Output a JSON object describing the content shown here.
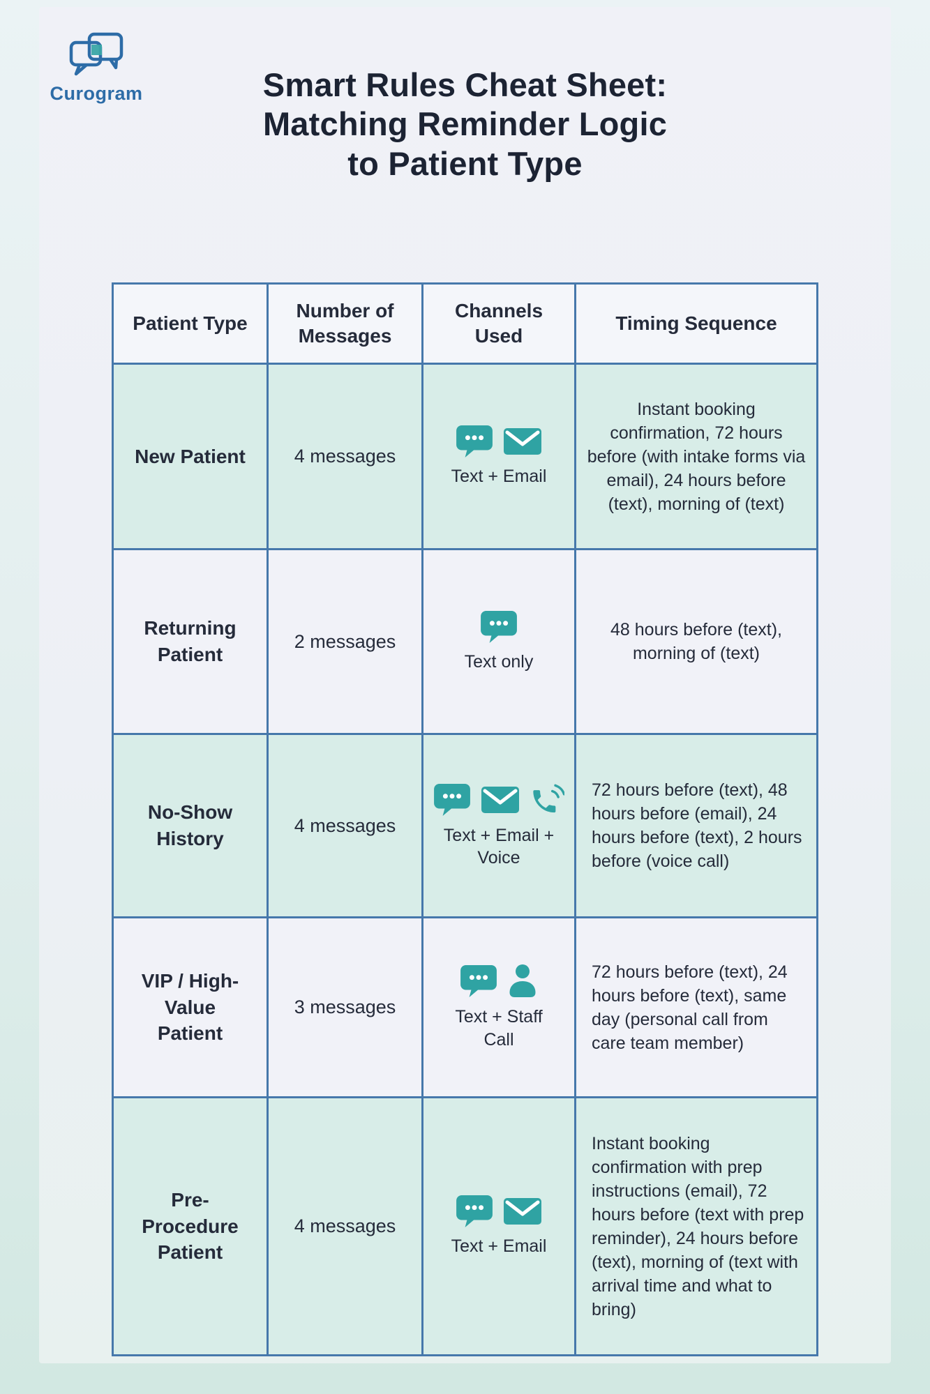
{
  "brand": {
    "name": "Curogram",
    "logo_icon": "chat-bubbles-logo-icon"
  },
  "title": {
    "line1": "Smart Rules Cheat Sheet:",
    "line2": "Matching Reminder Logic",
    "line3": "to Patient Type"
  },
  "table": {
    "headers": [
      "Patient Type",
      "Number of Messages",
      "Channels Used",
      "Timing Sequence"
    ],
    "rows": [
      {
        "patient_type": "New Patient",
        "messages": "4 messages",
        "channel_icons": [
          "chat-icon",
          "email-icon"
        ],
        "channels_label": "Text + Email",
        "timing": "Instant booking confirmation, 72 hours before (with intake forms via email), 24 hours before (text), morning of (text)",
        "timing_align": "center",
        "shaded": true
      },
      {
        "patient_type": "Returning Patient",
        "messages": "2 messages",
        "channel_icons": [
          "chat-icon"
        ],
        "channels_label": "Text only",
        "timing": "48 hours before (text), morning of (text)",
        "timing_align": "center",
        "shaded": false
      },
      {
        "patient_type": "No-Show History",
        "messages": "4 messages",
        "channel_icons": [
          "chat-icon",
          "email-icon",
          "voice-icon"
        ],
        "channels_label": "Text + Email + Voice",
        "timing": "72 hours before (text), 48 hours before (email), 24 hours before (text), 2 hours before (voice call)",
        "timing_align": "left",
        "shaded": true
      },
      {
        "patient_type": "VIP / High-Value Patient",
        "messages": "3 messages",
        "channel_icons": [
          "chat-icon",
          "staff-icon"
        ],
        "channels_label": "Text + Staff Call",
        "timing": "72 hours before (text), 24 hours before (text), same day (personal call from care team member)",
        "timing_align": "left",
        "shaded": false
      },
      {
        "patient_type": "Pre-Procedure Patient",
        "messages": "4 messages",
        "channel_icons": [
          "chat-icon",
          "email-icon"
        ],
        "channels_label": "Text + Email",
        "timing": "Instant booking confirmation with prep instructions (email), 72 hours before (text with prep reminder), 24 hours before (text), morning of (text with arrival time and what to bring)",
        "timing_align": "left",
        "shaded": true
      }
    ]
  },
  "colors": {
    "icon_teal": "#2fa3a3",
    "table_border": "#4678ab",
    "brand_blue": "#2d6ca7",
    "title_ink": "#1c2333",
    "row_shaded": "#d8ede8",
    "row_plain": "#f1f2f8",
    "header_bg": "#f4f6fa"
  }
}
